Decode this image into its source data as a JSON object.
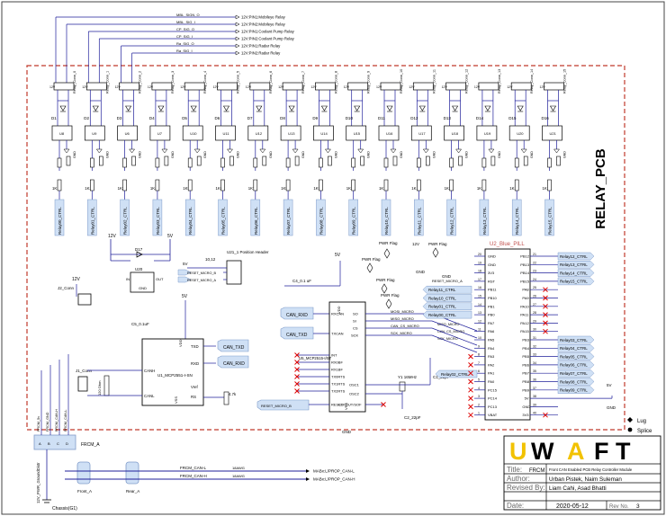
{
  "board_title": "RELAY_PCB",
  "top_signals": [
    {
      "net": "MBL_SIGN_O",
      "desc": "12V:PIN1:Mobileye Relay"
    },
    {
      "net": "MBL_SIG_I",
      "desc": "12V:PIN2:Mobileye Relay"
    },
    {
      "net": "CP_SIG_O",
      "desc": "12V:PIN1:Coolant Pump Relay"
    },
    {
      "net": "CP_SIG_I",
      "desc": "12V:PIN2:Coolant Pump Relay"
    },
    {
      "net": "Ra_SIG_O",
      "desc": "12V:PIN1:Radar Relay"
    },
    {
      "net": "Ra_SIG_I",
      "desc": "12V:PIN2:Radar Relay"
    }
  ],
  "relay_channels": [
    {
      "relay": "Relay_Conn_0",
      "diode": "D1",
      "ic": "U8",
      "res": "1K1",
      "ctrl": "Relay00_CTRL"
    },
    {
      "relay": "Relay_Conn_1",
      "diode": "D2",
      "ic": "U9",
      "res": "1K2",
      "ctrl": "Relay01_CTRL"
    },
    {
      "relay": "Relay_Conn_2",
      "diode": "D3",
      "ic": "U6",
      "res": "1K3",
      "ctrl": "Relay02_CTRL"
    },
    {
      "relay": "Relay_Conn_3",
      "diode": "D4",
      "ic": "U7",
      "res": "1K4",
      "ctrl": "Relay03_CTRL"
    },
    {
      "relay": "Relay_Conn_4",
      "diode": "D5",
      "ic": "U10",
      "res": "1K5",
      "ctrl": "Relay04_CTRL"
    },
    {
      "relay": "Relay_Conn_5",
      "diode": "D6",
      "ic": "U11",
      "res": "1K6",
      "ctrl": "Relay05_CTRL"
    },
    {
      "relay": "Relay_Conn_6",
      "diode": "D7",
      "ic": "U12",
      "res": "1K7",
      "ctrl": "Relay06_CTRL"
    },
    {
      "relay": "Relay_Conn_7",
      "diode": "D8",
      "ic": "U13",
      "res": "1K8",
      "ctrl": "Relay07_CTRL"
    },
    {
      "relay": "Relay_Conn_8",
      "diode": "D9",
      "ic": "U14",
      "res": "1K9",
      "ctrl": "Relay08_CTRL"
    },
    {
      "relay": "Relay_Conn_9",
      "diode": "D10",
      "ic": "U15",
      "res": "1K10",
      "ctrl": "Relay09_CTRL"
    },
    {
      "relay": "Relay_Conn_10",
      "diode": "D11",
      "ic": "U16",
      "res": "1K11",
      "ctrl": "Relay10_CTRL"
    },
    {
      "relay": "Relay_Conn_11",
      "diode": "D12",
      "ic": "U17",
      "res": "1K12",
      "ctrl": "Relay11_CTRL"
    },
    {
      "relay": "Relay_Conn_12",
      "diode": "D13",
      "ic": "U18",
      "res": "1K13",
      "ctrl": "Relay12_CTRL"
    },
    {
      "relay": "Relay_Conn_13",
      "diode": "D14",
      "ic": "U19",
      "res": "1K14",
      "ctrl": "Relay13_CTRL"
    },
    {
      "relay": "Relay_Conn_14",
      "diode": "D15",
      "ic": "U20",
      "res": "1K15",
      "ctrl": "Relay14_CTRL"
    },
    {
      "relay": "Relay_Conn_15",
      "diode": "D16",
      "ic": "U21",
      "res": "1K16",
      "ctrl": "Relay15_CTRL"
    }
  ],
  "regulator": {
    "diode": "D17",
    "ic": "U20",
    "in": "IN",
    "out": "OUT",
    "gnd": "GND",
    "v12": "12V",
    "v5": "5V"
  },
  "pos_header": {
    "title": "U21_1 Position Header",
    "value": "10,12",
    "net1": "RESET_MICRO_B",
    "net2": "RESET_MICRO_A",
    "v5": "5V"
  },
  "cap_top": {
    "name": "C4_0.1 uF"
  },
  "can_conn": {
    "title": "J2_Conn",
    "v12": "12V"
  },
  "can_rxd": "CAN_RXD",
  "can_txd": "CAN_TXD",
  "can_txd2": "CAN_TXD",
  "can_rxd2": "CAN_RXD",
  "transceiver": {
    "name": "U1_MCP2551-I-SN",
    "cap": "C5_0.1uF",
    "term": "J1_Conn",
    "res_term": "120 Ohm",
    "res_rs": "4.7k",
    "pins": [
      "TXD",
      "RXD",
      "CANH",
      "CANL",
      "Vref",
      "RS",
      "VDD",
      "VSS"
    ]
  },
  "controller": {
    "name": "U5_MCP2515-I/ST",
    "left_pins": [
      "RXCAN",
      "TXCAN",
      "INT",
      "RX0BF",
      "RX1BF",
      "TX0RTS",
      "TX1RTS",
      "TX2RTS",
      "RESET"
    ],
    "right_pins": [
      "SO",
      "SI",
      "CS",
      "SCK",
      "OSC1",
      "OSC2",
      "CLKOUT/SOF"
    ],
    "vdd": "VDD",
    "vss": "VSS",
    "reset_net": "RESET_MICRO_B",
    "gnd": "GND",
    "v5": "5V"
  },
  "crystal": {
    "name": "Y1 16MHz",
    "c1": "C1_22pF",
    "c2": "C2_22pF"
  },
  "spi_nets": [
    "MOSI_MICRO",
    "MISO_MICRO",
    "CAN_CS_MICRO",
    "SCK_MICRO"
  ],
  "spi_nets_right": [
    "MOSI_MICRO",
    "MISO_MICRO",
    "CAN_CS_MICRO",
    "SCK_MICRO"
  ],
  "pwr_flags": [
    "PWR Flag",
    "PWR Flag",
    "PWR Flag",
    "PWR Flag"
  ],
  "pwr_labels": {
    "v12": "12V",
    "v5": "5V",
    "gnd": "GND"
  },
  "mcu": {
    "title": "U2_Blue_PILL",
    "left_pins": [
      "GND",
      "GND",
      "3V3",
      "RST",
      "PB11",
      "PB10",
      "PB1",
      "PB0",
      "PA7",
      "PA6",
      "PA5",
      "PA4",
      "PA3",
      "PA2",
      "PA1",
      "PA0",
      "PC15",
      "PC14",
      "PC13",
      "VBAT"
    ],
    "right_pins": [
      "PB12",
      "PB13",
      "PB14",
      "PB15",
      "PA8",
      "PA9",
      "PA10",
      "PA11",
      "PA12",
      "PA15",
      "PB3",
      "PB4",
      "PB5",
      "PB6",
      "PB7",
      "PB8",
      "PB9",
      "5V",
      "GND",
      "3V3"
    ],
    "left_nums": [
      "20",
      "19",
      "18",
      "17",
      "16",
      "15",
      "14",
      "13",
      "12",
      "11",
      "10",
      "9",
      "8",
      "7",
      "6",
      "5",
      "4",
      "3",
      "2",
      "1"
    ],
    "right_nums": [
      "21",
      "22",
      "23",
      "24",
      "25",
      "26",
      "27",
      "28",
      "29",
      "30",
      "31",
      "32",
      "33",
      "34",
      "35",
      "36",
      "37",
      "38",
      "39",
      "40"
    ],
    "left_labels": [
      "Relay11_CTRL",
      "Relay10_CTRL",
      "Relay01_CTRL",
      "Relay00_CTRL"
    ],
    "reset_label": "RESET_MICRO_A",
    "relay02_label": "Relay02_CTRL",
    "right_labels": [
      "Relay12_CTRL",
      "Relay13_CTRL",
      "Relay14_CTRL",
      "Relay15_CTRL",
      "Relay03_CTRL",
      "Relay04_CTRL",
      "Relay05_CTRL",
      "Relay06_CTRL",
      "Relay07_CTRL",
      "Relay08_CTRL",
      "Relay09_CTRL"
    ],
    "v5": "5V",
    "gnd": "GND"
  },
  "legend": {
    "lug": "Lug",
    "splice": "Splice"
  },
  "frcm_conn": {
    "name": "FRCM_A",
    "pins": [
      "FRCM_5v",
      "FRCM_GND",
      "FRCM_CAN-H",
      "FRCM_CAN-L"
    ],
    "pin_nums": [
      "A",
      "B",
      "C",
      "D"
    ],
    "gnd_label": "12V_PWR_GroundDistr",
    "chassis": "Chassis(G1)",
    "front": "Front_A",
    "rear": "Rear_A"
  },
  "bus_lines": [
    {
      "net": "FRCM_CAN-L",
      "wire": "18AWG",
      "dest": "MABx:L/PROP_CAN-L"
    },
    {
      "net": "FRCM_CAN-H",
      "wire": "18AWG",
      "dest": "MABx:L/PROP_CAN-H"
    }
  ],
  "title_block": {
    "logo_u": "U",
    "logo_w": "W",
    "logo_a": "A",
    "logo_f": "F",
    "logo_t": "T",
    "title_label": "Title:",
    "title_value": "FRCM",
    "title_desc": "Front CAN Enabled PCB Relay Controller Module",
    "author_label": "Author:",
    "author_value": "Urban Pistek, Naim Suleman",
    "revised_label": "Revised By:",
    "revised_value": "Liam Cahi, Asad Bhatti",
    "date_label": "Date:",
    "date_value": "2020-05-12",
    "rev_label": "Rev No.",
    "rev_value": "3"
  },
  "colors": {
    "wire": "#1f1f9a",
    "border_dash": "#b22222",
    "label_fill": "#cfe0f5",
    "label_stroke": "#7f9bc9",
    "mcu_title": "#c0504d",
    "logo_yellow": "#f2c200"
  }
}
